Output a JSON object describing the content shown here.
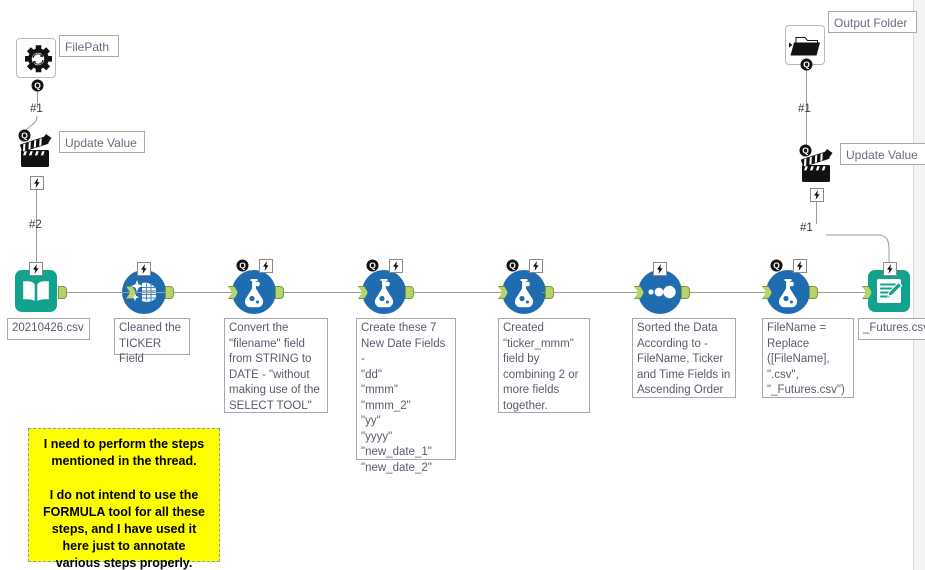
{
  "app": {
    "canvas_background": "#ffffff",
    "accent_blue": "#1f6cb0",
    "accent_teal": "#12a38f",
    "comment_yellow": "#ffff00"
  },
  "interface_tools": [
    {
      "id": "filepath",
      "name": "file-browse-tool",
      "icon": "gear-icon",
      "label": "FilePath",
      "connection_label": "#1"
    },
    {
      "id": "update_value_left",
      "name": "action-tool",
      "icon": "clapperboard-icon",
      "label": "Update Value",
      "connection_label": "#2"
    },
    {
      "id": "output_folder",
      "name": "folder-browse-tool",
      "icon": "folder-icon",
      "label": "Output Folder",
      "connection_label": "#1"
    },
    {
      "id": "update_value_right",
      "name": "action-tool",
      "icon": "clapperboard-icon",
      "label": "Update Value",
      "connection_label": "#1"
    }
  ],
  "workflow_tools": [
    {
      "id": "input",
      "name": "input-data-tool",
      "icon": "book-icon",
      "annotation": "20210426.csv"
    },
    {
      "id": "cleanse",
      "name": "data-cleansing-tool",
      "icon": "cleanse-icon",
      "annotation": "Cleaned the\nTICKER Field"
    },
    {
      "id": "formula1",
      "name": "formula-tool",
      "icon": "flask-icon",
      "annotation": "Convert the\n\"filename\" field\nfrom STRING to\nDATE - \"without\nmaking use of the\nSELECT TOOL\""
    },
    {
      "id": "formula2",
      "name": "formula-tool",
      "icon": "flask-icon",
      "annotation": "Create these 7\nNew Date Fields -\n\"dd\"\n\"mmm\"\n\"mmm_2\"\n\"yy\"\n\"yyyy\"\n\"new_date_1\"\n\"new_date_2\""
    },
    {
      "id": "formula3",
      "name": "formula-tool",
      "icon": "flask-icon",
      "annotation": "Created\n\"ticker_mmm\"\nfield by\ncombining 2 or\nmore fields\ntogether."
    },
    {
      "id": "sort",
      "name": "sort-tool",
      "icon": "sort-icon",
      "annotation": "Sorted the Data\nAccording to -\nFileName, Ticker\nand Time Fields in\nAscending Order"
    },
    {
      "id": "formula4",
      "name": "formula-tool",
      "icon": "flask-icon",
      "annotation": "FileName =\nReplace\n([FileName],\n\".csv\",\n\"_Futures.csv\")"
    },
    {
      "id": "output",
      "name": "output-data-tool",
      "icon": "write-icon",
      "annotation": "_Futures.csv"
    }
  ],
  "comment": {
    "name": "comment-box",
    "text": "I need to perform the steps\nmentioned in the thread.\n\nI do not intend to use the\nFORMULA tool for all these\nsteps, and I have used it\nhere just to annotate\nvarious steps properly."
  }
}
